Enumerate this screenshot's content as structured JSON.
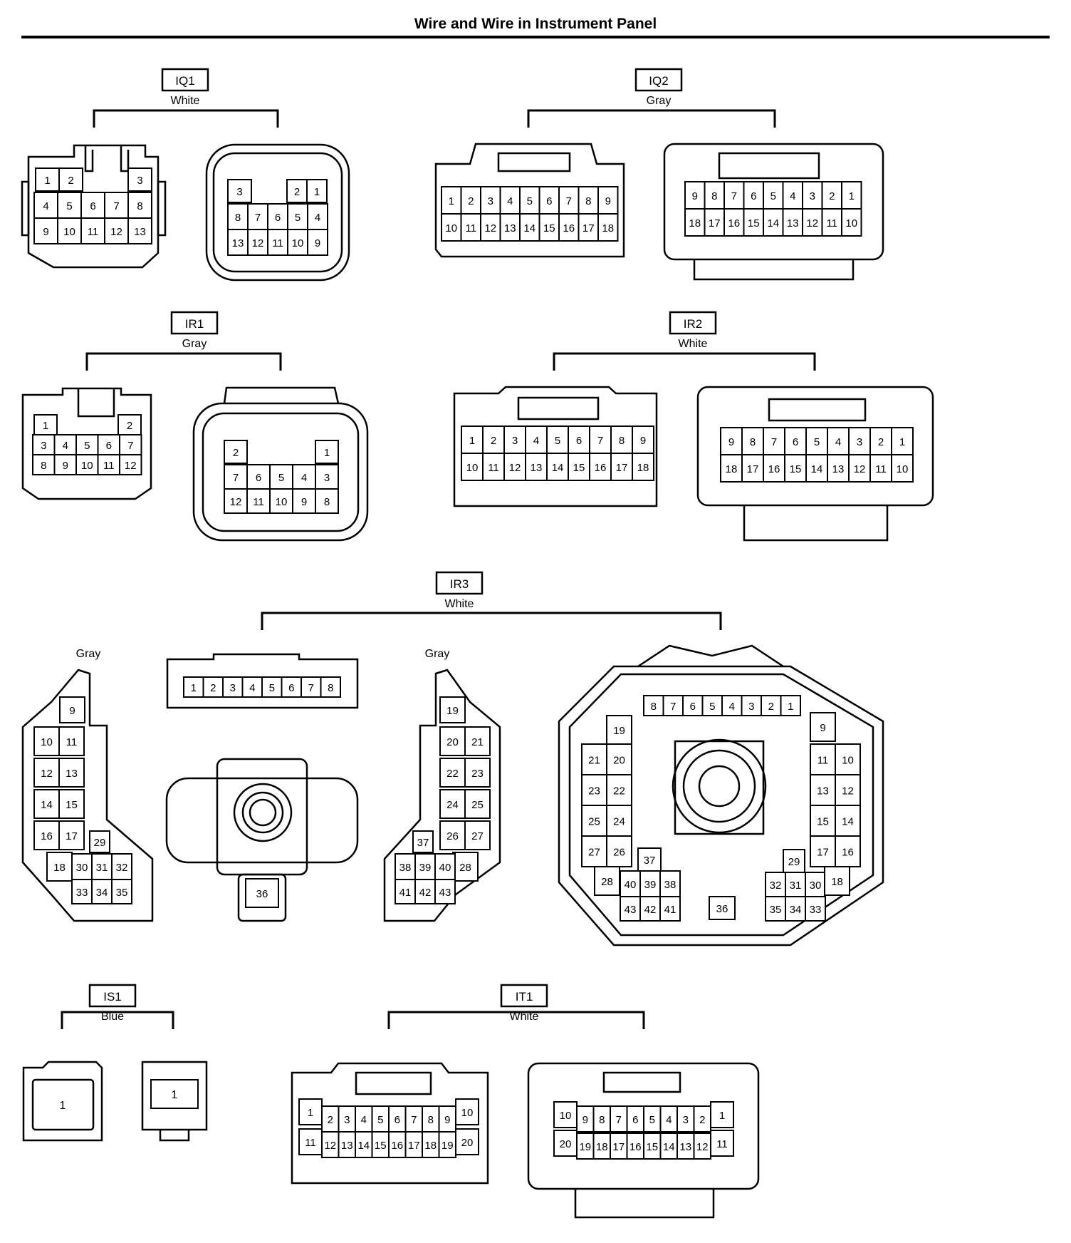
{
  "title": "Wire and Wire in Instrument Panel",
  "groups": [
    {
      "id": "IQ1",
      "color": "White"
    },
    {
      "id": "IQ2",
      "color": "Gray"
    },
    {
      "id": "IR1",
      "color": "Gray"
    },
    {
      "id": "IR2",
      "color": "White"
    },
    {
      "id": "IR3",
      "color": "White"
    },
    {
      "id": "IS1",
      "color": "Blue"
    },
    {
      "id": "IT1",
      "color": "White"
    }
  ],
  "ir3_part_colors": [
    "Gray",
    "Gray"
  ],
  "connectors": {
    "iq1_left": [
      [
        "1",
        "2",
        "3"
      ],
      [
        "4",
        "5",
        "6",
        "7",
        "8"
      ],
      [
        "9",
        "10",
        "11",
        "12",
        "13"
      ]
    ],
    "iq1_right": [
      [
        "3",
        "2",
        "1"
      ],
      [
        "8",
        "7",
        "6",
        "5",
        "4"
      ],
      [
        "13",
        "12",
        "11",
        "10",
        "9"
      ]
    ],
    "iq2_left": [
      [
        "1",
        "2",
        "3",
        "4",
        "5",
        "6",
        "7",
        "8",
        "9"
      ],
      [
        "10",
        "11",
        "12",
        "13",
        "14",
        "15",
        "16",
        "17",
        "18"
      ]
    ],
    "iq2_right": [
      [
        "9",
        "8",
        "7",
        "6",
        "5",
        "4",
        "3",
        "2",
        "1"
      ],
      [
        "18",
        "17",
        "16",
        "15",
        "14",
        "13",
        "12",
        "11",
        "10"
      ]
    ],
    "ir1_left": [
      [
        "1",
        "2"
      ],
      [
        "3",
        "4",
        "5",
        "6",
        "7"
      ],
      [
        "8",
        "9",
        "10",
        "11",
        "12"
      ]
    ],
    "ir1_right": [
      [
        "2",
        "1"
      ],
      [
        "7",
        "6",
        "5",
        "4",
        "3"
      ],
      [
        "12",
        "11",
        "10",
        "9",
        "8"
      ]
    ],
    "ir2_left": [
      [
        "1",
        "2",
        "3",
        "4",
        "5",
        "6",
        "7",
        "8",
        "9"
      ],
      [
        "10",
        "11",
        "12",
        "13",
        "14",
        "15",
        "16",
        "17",
        "18"
      ]
    ],
    "ir2_right": [
      [
        "9",
        "8",
        "7",
        "6",
        "5",
        "4",
        "3",
        "2",
        "1"
      ],
      [
        "18",
        "17",
        "16",
        "15",
        "14",
        "13",
        "12",
        "11",
        "10"
      ]
    ],
    "ir3_strip": [
      "1",
      "2",
      "3",
      "4",
      "5",
      "6",
      "7",
      "8"
    ],
    "ir3_left_gray": [
      "9",
      "10",
      "11",
      "12",
      "13",
      "14",
      "15",
      "16",
      "17",
      "18",
      "29",
      "30",
      "31",
      "32",
      "33",
      "34",
      "35"
    ],
    "ir3_round": [
      "36"
    ],
    "ir3_right_gray": [
      "19",
      "20",
      "21",
      "22",
      "23",
      "24",
      "25",
      "26",
      "27",
      "28",
      "37",
      "38",
      "39",
      "40",
      "41",
      "42",
      "43"
    ],
    "ir3_big": {
      "top": [
        "8",
        "7",
        "6",
        "5",
        "4",
        "3",
        "2",
        "1"
      ],
      "left": [
        "19",
        "21",
        "20",
        "23",
        "22",
        "25",
        "24",
        "27",
        "26",
        "28",
        "40",
        "39",
        "38",
        "43",
        "42",
        "41",
        "37"
      ],
      "right": [
        "9",
        "11",
        "10",
        "13",
        "12",
        "15",
        "14",
        "17",
        "16",
        "29",
        "32",
        "31",
        "30",
        "18",
        "35",
        "34",
        "33"
      ],
      "bottom": [
        "36"
      ]
    },
    "is1_left": [
      "1"
    ],
    "is1_right": [
      "1"
    ],
    "it1_left": [
      [
        "1",
        "2",
        "3",
        "4",
        "5",
        "6",
        "7",
        "8",
        "9",
        "10"
      ],
      [
        "11",
        "12",
        "13",
        "14",
        "15",
        "16",
        "17",
        "18",
        "19",
        "20"
      ]
    ],
    "it1_right": [
      [
        "10",
        "9",
        "8",
        "7",
        "6",
        "5",
        "4",
        "3",
        "2",
        "1"
      ],
      [
        "20",
        "19",
        "18",
        "17",
        "16",
        "15",
        "14",
        "13",
        "12",
        "11"
      ]
    ]
  }
}
